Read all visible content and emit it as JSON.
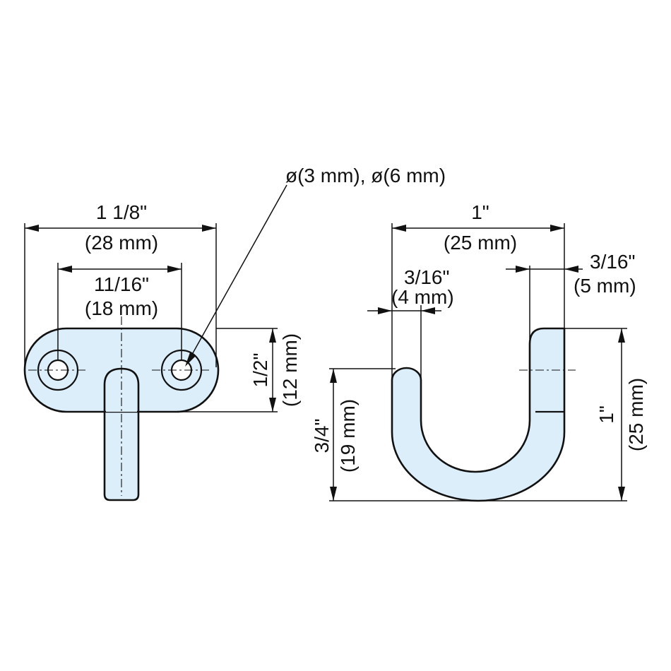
{
  "front_view": {
    "overall_width_in": "1 1/8\"",
    "overall_width_mm": "(28 mm)",
    "hole_spacing_in": "11/16\"",
    "hole_spacing_mm": "(18 mm)",
    "plate_height_in": "1/2\"",
    "plate_height_mm": "(12 mm)",
    "hole_callout": "ø(3 mm), ø(6 mm)"
  },
  "side_view": {
    "overall_width_in": "1\"",
    "overall_width_mm": "(25 mm)",
    "inner_thickness_in": "3/16\"",
    "inner_thickness_mm": "(4 mm)",
    "outer_thickness_in": "3/16\"",
    "outer_thickness_mm": "(5 mm)",
    "short_leg_in": "3/4\"",
    "short_leg_mm": "(19 mm)",
    "total_height_in": "1\"",
    "total_height_mm": "(25 mm)"
  },
  "colors": {
    "part_fill": "#ddeefb",
    "line": "#111111"
  }
}
